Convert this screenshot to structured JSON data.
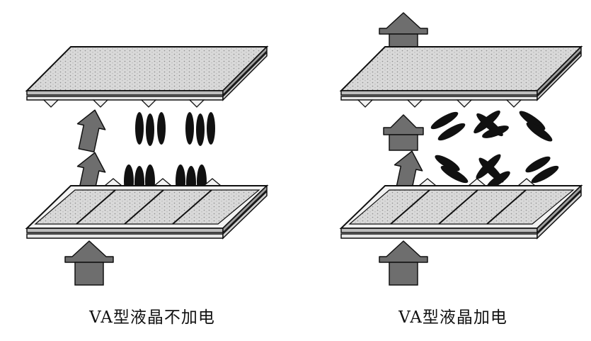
{
  "panels": [
    {
      "id": "off",
      "caption": "VA型液晶不加电"
    },
    {
      "id": "on",
      "caption": "VA型液晶加电"
    }
  ],
  "colors": {
    "plate": "#d6d6d6",
    "arrow": "#6e6e6e",
    "molecule": "#111111",
    "electrode": "#f2f2f2"
  }
}
